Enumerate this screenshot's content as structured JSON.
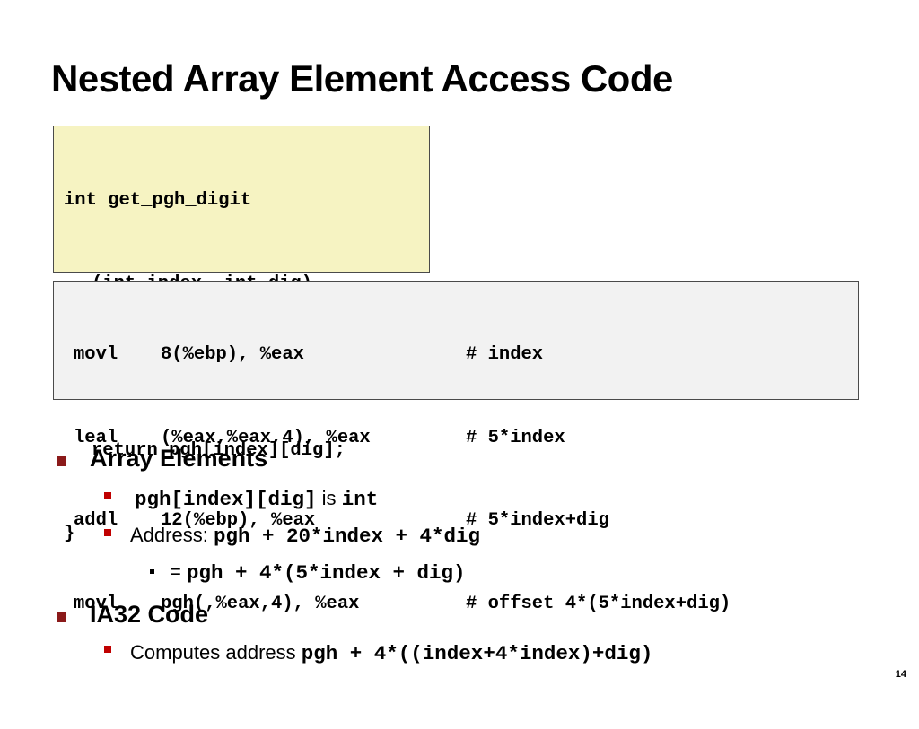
{
  "slide": {
    "title": "Nested Array Element Access Code",
    "page_number": "14"
  },
  "c_code": {
    "lines": [
      "int get_pgh_digit",
      "(int index, int dig)",
      "{",
      "return pgh[index][dig];",
      "}"
    ]
  },
  "asm_code": {
    "lines": [
      {
        "op": "movl",
        "args": "8(%ebp), %eax",
        "comment": "# index"
      },
      {
        "op": "leal",
        "args": "(%eax,%eax,4), %eax",
        "comment": "# 5*index"
      },
      {
        "op": "addl",
        "args": "12(%ebp), %eax",
        "comment": "# 5*index+dig"
      },
      {
        "op": "movl",
        "args": "pgh(,%eax,4), %eax",
        "comment": "# offset 4*(5*index+dig)"
      }
    ]
  },
  "bullets": {
    "array_elements": {
      "heading": "Array Elements",
      "item1_code": "pgh[index][dig]",
      "item1_text": "is",
      "item1_code2": "int",
      "item2_text": "Address:",
      "item2_code": "pgh + 20*index + 4*dig",
      "sub_text": "=",
      "sub_code": "pgh + 4*(5*index + dig)"
    },
    "ia32": {
      "heading": "IA32 Code",
      "item1_text": "Computes address",
      "item1_code": "pgh + 4*((index+4*index)+dig)"
    }
  },
  "colors": {
    "c_box_bg": "#f6f3c2",
    "asm_box_bg": "#f2f2f2",
    "bullet_l1": "#8b1a1a",
    "bullet_l2": "#c00000"
  }
}
